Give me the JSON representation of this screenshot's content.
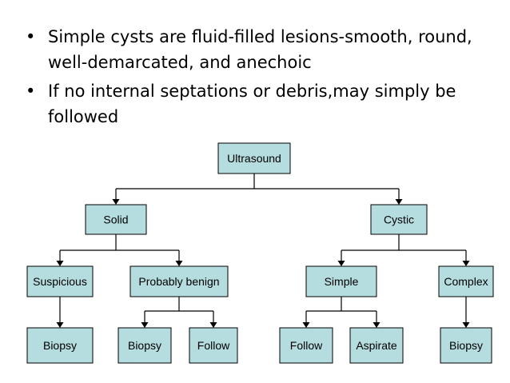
{
  "bullets": [
    "Simple cysts are fluid-filled lesions-smooth, round, well-demarcated, and anechoic",
    "If no internal septations or debris,may simply be followed"
  ],
  "diagram": {
    "colors": {
      "node_fill": "#b5dde0",
      "line": "#000000"
    },
    "nodes": {
      "ultrasound": "Ultrasound",
      "solid": "Solid",
      "cystic": "Cystic",
      "suspicious": "Suspicious",
      "probably_benign": "Probably benign",
      "simple": "Simple",
      "complex": "Complex",
      "biopsy_1": "Biopsy",
      "biopsy_2": "Biopsy",
      "follow_1": "Follow",
      "follow_2": "Follow",
      "aspirate": "Aspirate",
      "biopsy_3": "Biopsy"
    }
  }
}
